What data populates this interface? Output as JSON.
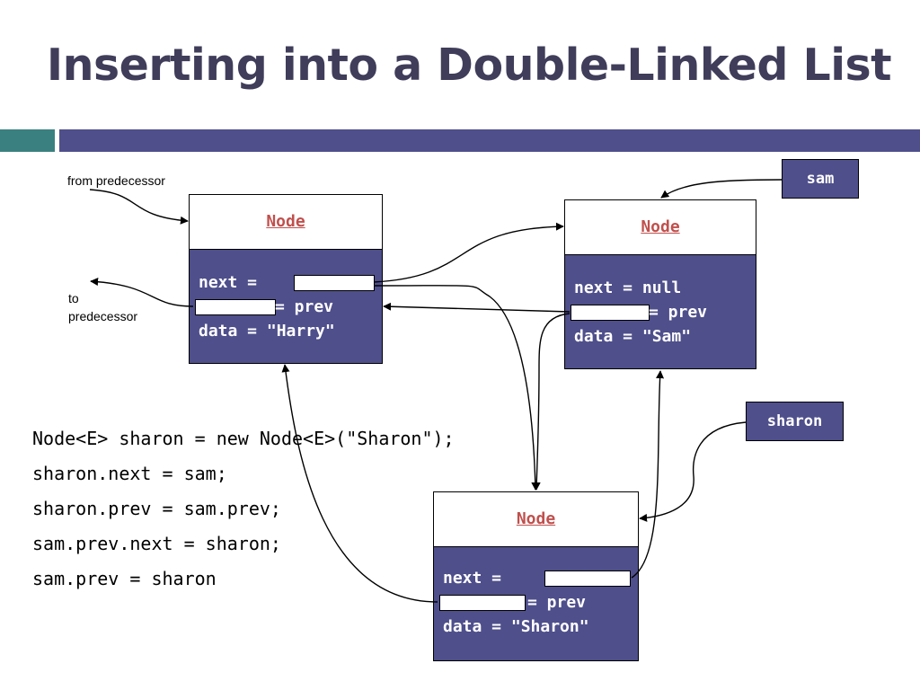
{
  "title": "Inserting into a Double-Linked List",
  "labels": {
    "from_predecessor": "from predecessor",
    "to_predecessor_line1": "to",
    "to_predecessor_line2": "predecessor"
  },
  "variables": {
    "sam": "sam",
    "sharon": "sharon"
  },
  "nodes": {
    "harry": {
      "header": "Node",
      "next_line": "next =",
      "prev_line": "= prev",
      "data_line": "data = \"Harry\""
    },
    "sam": {
      "header": "Node",
      "next_line": "next = null",
      "prev_line": "= prev",
      "data_line": "data = \"Sam\""
    },
    "sharon": {
      "header": "Node",
      "next_line": "next =",
      "prev_line": "= prev",
      "data_line": "data = \"Sharon\""
    }
  },
  "code": [
    "Node<E> sharon = new Node<E>(\"Sharon\");",
    "sharon.next = sam;",
    "sharon.prev = sam.prev;",
    "sam.prev.next = sharon;",
    "sam.prev = sharon"
  ],
  "colors": {
    "title": "#3f3d5a",
    "node_body": "#4f4f8c",
    "header_text": "#c0504d",
    "accent_teal": "#3a8080",
    "accent_bar": "#4f4f8c"
  }
}
